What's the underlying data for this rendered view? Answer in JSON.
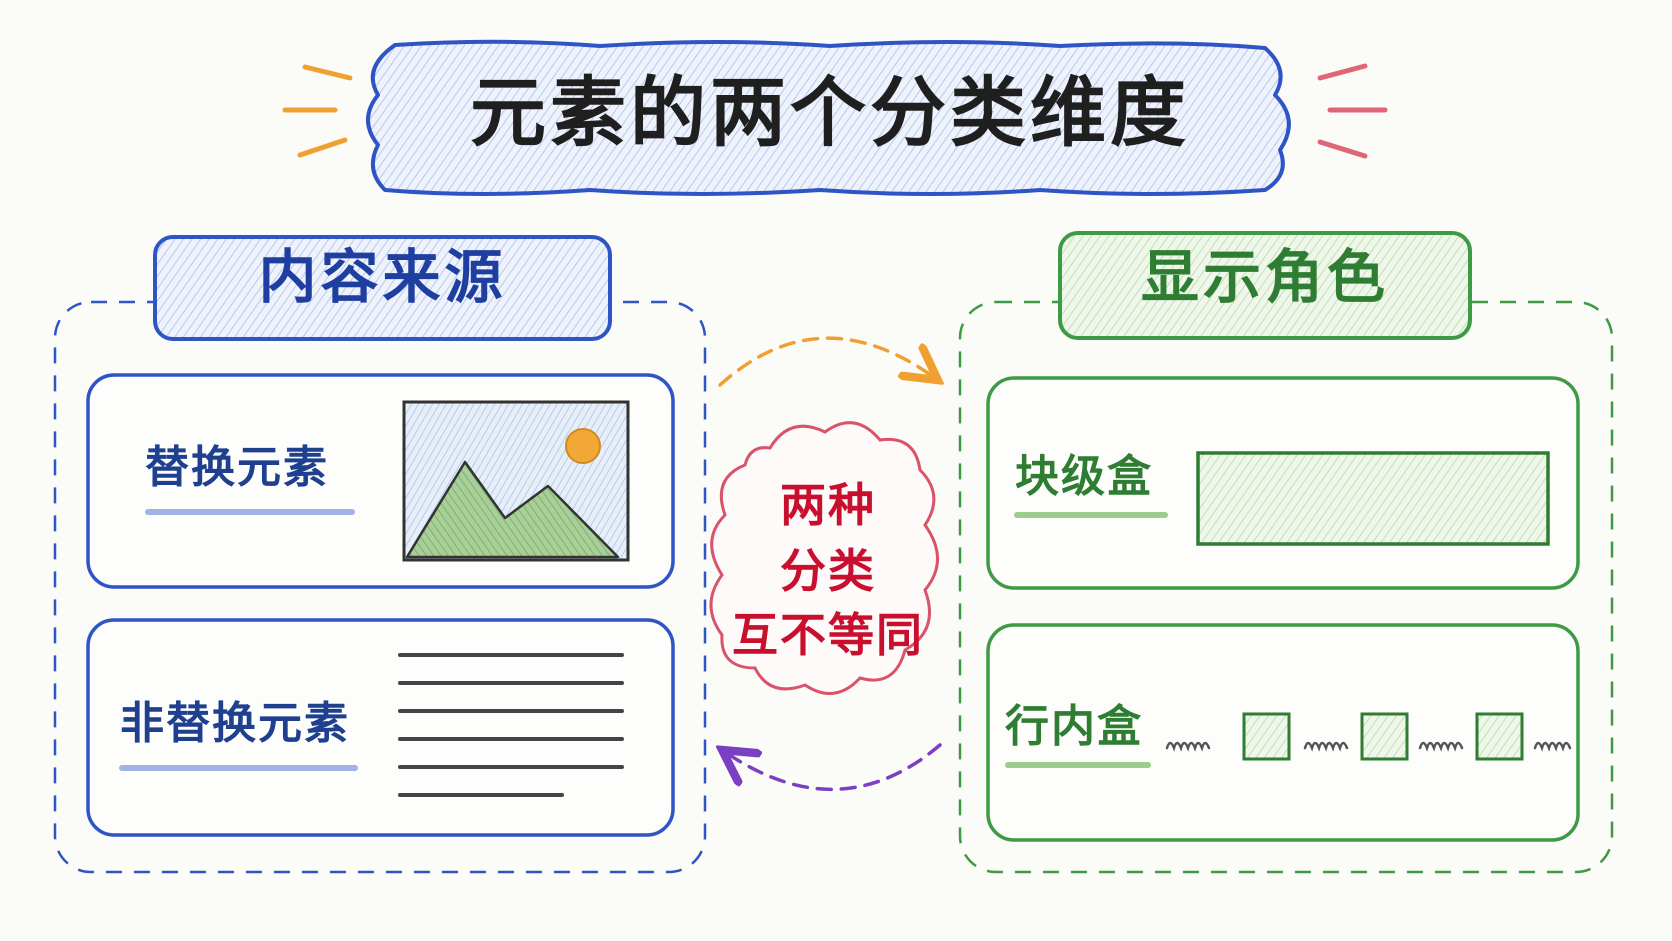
{
  "title": "元素的两个分类维度",
  "left_panel": {
    "header": "内容来源",
    "replaced_label": "替换元素",
    "non_replaced_label": "非替换元素"
  },
  "right_panel": {
    "header": "显示角色",
    "block_label": "块级盒",
    "inline_label": "行内盒"
  },
  "center_note": {
    "line1": "两种",
    "line2": "分类",
    "line3": "互不等同"
  },
  "colors": {
    "blue": "#2f54c6",
    "green": "#3f9a45",
    "red": "#d9536a",
    "orange": "#f0a030",
    "purple": "#7b3fc4"
  },
  "icons": [
    "image-placeholder-icon",
    "text-lines-icon",
    "block-box-icon",
    "inline-boxes-icon"
  ]
}
